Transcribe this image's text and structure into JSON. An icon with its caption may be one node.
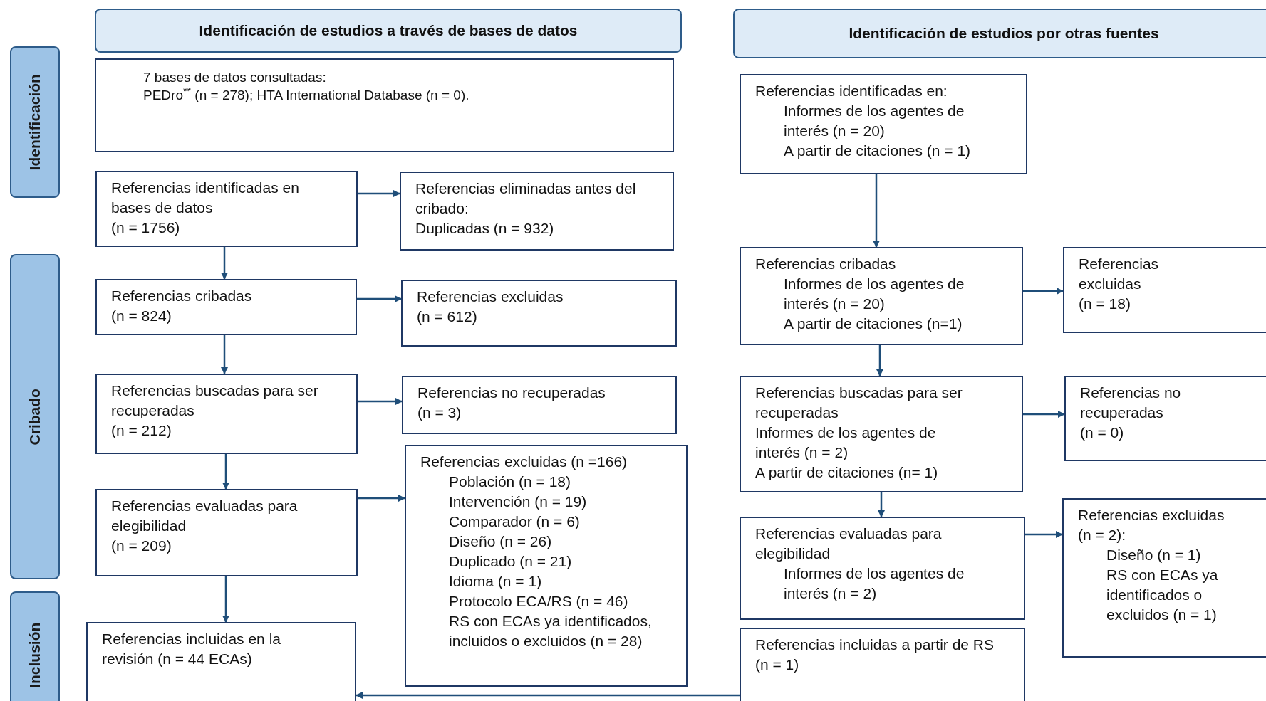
{
  "diagram": {
    "nodes": [
      {
        "text": [
          "Identificación"
        ]
      },
      {
        "text": [
          "Cribado"
        ]
      },
      {
        "text": [
          "Inclusión"
        ]
      },
      {
        "text": [
          "Identificación de estudios a través de bases de datos"
        ]
      },
      {
        "text": [
          "Identificación de estudios por otras fuentes"
        ]
      },
      {
        "text": [
          "7 bases de datos consultadas:",
          "PEDro$^{**}$ (n = 278); HTA International Database (n = 0)."
        ]
      },
      {
        "text": [
          "Referencias identificadas en bases de datos",
          "(n = 1756)"
        ]
      },
      {
        "text": [
          "Referencias eliminadas antes del cribado:",
          "Duplicadas (n = 932)"
        ]
      },
      {
        "text": [
          "Referencias cribadas",
          "(n = 824)"
        ]
      },
      {
        "text": [
          "Referencias excluidas",
          "(n =  612)"
        ]
      },
      {
        "text": [
          "Referencias buscadas para ser recuperadas",
          "(n = 212)"
        ]
      },
      {
        "text": [
          "Referencias no recuperadas",
          "(n = 3)"
        ]
      },
      {
        "text": [
          "Referencias evaluadas para elegibilidad",
          "(n = 209)"
        ]
      },
      {
        "text": [
          "Referencias excluidas (n =166)",
          "Población (n = 18)",
          "Intervención (n = 19)",
          "Comparador (n = 6)",
          "Diseño (n = 26)",
          "Duplicado (n = 21)",
          "Idioma (n = 1)",
          "Protocolo ECA/RS (n = 46)",
          "RS con ECAs ya identificados, incluidos o excluidos (n = 28)"
        ]
      },
      {
        "text": [
          "Referencias incluidas en la revisión (n = 44 ECAs)"
        ]
      },
      {
        "text": [
          "Referencias identificadas en:",
          "Informes de los agentes de interés (n = 20)",
          "A partir de citaciones (n = 1)"
        ]
      },
      {
        "text": [
          "Referencias cribadas",
          "Informes de los agentes de interés (n = 20)",
          "A partir de citaciones (n=1)"
        ]
      },
      {
        "text": [
          "Referencias excluidas",
          "(n = 18)"
        ]
      },
      {
        "text": [
          "Referencias buscadas para ser recuperadas",
          "Informes de los agentes de interés (n = 2)",
          "A partir de citaciones (n=  1)"
        ]
      },
      {
        "text": [
          "Referencias no recuperadas",
          "(n = 0)"
        ]
      },
      {
        "text": [
          "Referencias evaluadas para elegibilidad",
          "Informes de los agentes de interés (n = 2)"
        ]
      },
      {
        "text": [
          "Referencias excluidas (n = 2):",
          "Diseño (n = 1)",
          "RS con ECAs ya identificados o excluidos (n = 1)"
        ]
      },
      {
        "text": [
          "Referencias incluidas a partir de RS (n = 1)"
        ]
      }
    ],
    "edges": [
      {
        "from": 6,
        "to": 7,
        "arrow": "to"
      },
      {
        "from": 6,
        "to": 8,
        "arrow": "to"
      },
      {
        "from": 8,
        "to": 9,
        "arrow": "to"
      },
      {
        "from": 8,
        "to": 10,
        "arrow": "to"
      },
      {
        "from": 10,
        "to": 11,
        "arrow": "to"
      },
      {
        "from": 10,
        "to": 12,
        "arrow": "to"
      },
      {
        "from": 12,
        "to": 13,
        "arrow": "to"
      },
      {
        "from": 12,
        "to": 14,
        "arrow": "to"
      },
      {
        "from": 15,
        "to": 16,
        "arrow": "to"
      },
      {
        "from": 16,
        "to": 17,
        "arrow": "to"
      },
      {
        "from": 16,
        "to": 18,
        "arrow": "to"
      },
      {
        "from": 18,
        "to": 19,
        "arrow": "to"
      },
      {
        "from": 18,
        "to": 20,
        "arrow": "to"
      },
      {
        "from": 20,
        "to": 21,
        "arrow": "to"
      },
      {
        "from": 22,
        "to": 14,
        "arrow": "to"
      }
    ]
  }
}
